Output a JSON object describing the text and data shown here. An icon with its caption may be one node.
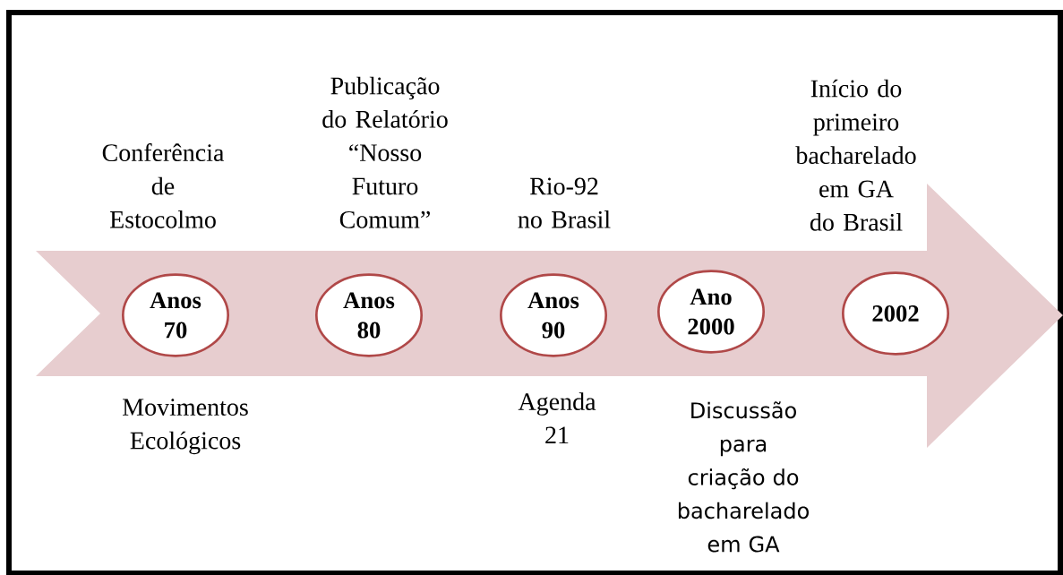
{
  "diagram": {
    "nodes": [
      {
        "text": [],
        "shape": "arrow"
      },
      {
        "text": [
          "Anos 70"
        ],
        "in": 0,
        "beside": [
          "Conferência de Estocolmo",
          "Movimentos Ecológicos"
        ]
      },
      {
        "text": [
          "Anos 80"
        ],
        "in": 0,
        "beside": [
          "Publicação do Relatório “Nosso Futuro Comum”"
        ]
      },
      {
        "text": [
          "Anos 90"
        ],
        "in": 0,
        "beside": [
          "Rio-92 no Brasil",
          "Agenda 21"
        ]
      },
      {
        "text": [
          "Ano 2000"
        ],
        "in": 0,
        "beside": [
          "Discussão para criação do bacharelado em GA"
        ]
      },
      {
        "text": [
          "2002"
        ],
        "in": 0,
        "beside": [
          "Início do primeiro bacharelado em GA do Brasil"
        ]
      }
    ]
  }
}
